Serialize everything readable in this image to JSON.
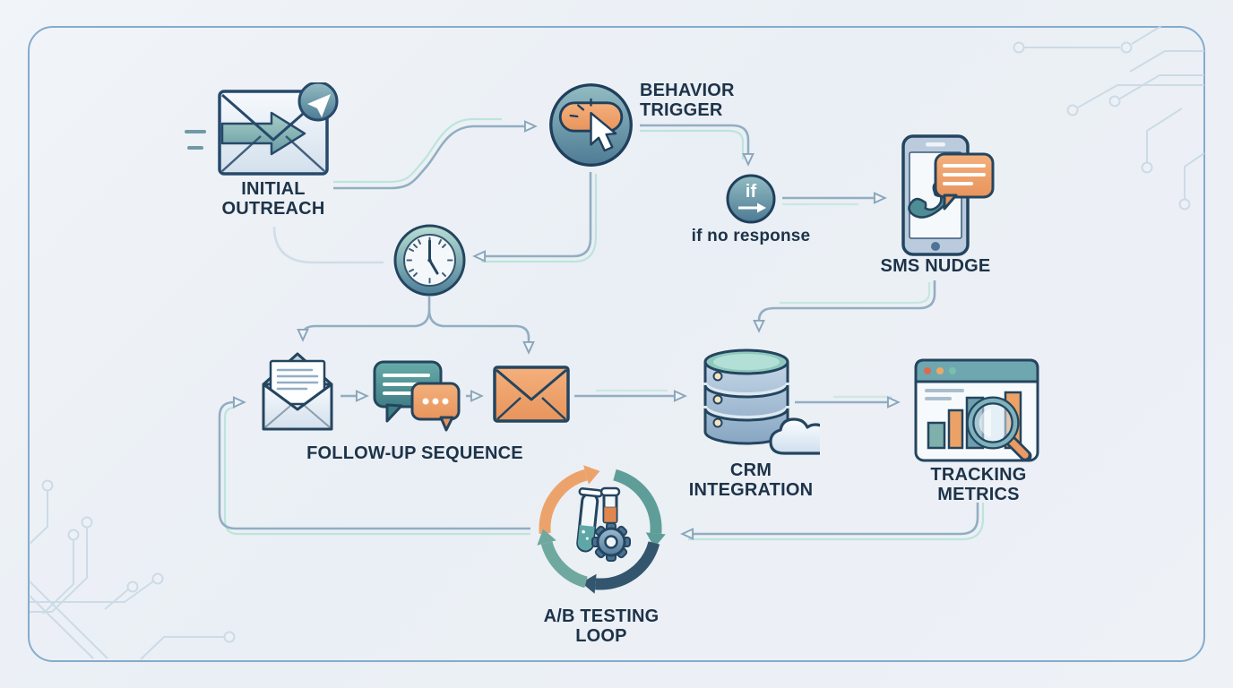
{
  "colors": {
    "background": "#eef1f6",
    "frame_border": "#85accc",
    "text": "#1d3349",
    "connector": "#92aec2",
    "connector_accent": "#b7e4d9",
    "outline_navy": "#24455f",
    "teal": "#5f93a8",
    "orange": "#eda266",
    "navy_arrow": "#33566e"
  },
  "nodes": {
    "initial_outreach": {
      "label": "INITIAL\nOUTREACH",
      "icon": "send-envelope-icon"
    },
    "behavior_trigger": {
      "label": "BEHAVIOR\nTRIGGER",
      "icon": "click-button-icon"
    },
    "condition": {
      "badge": "if",
      "label": "if no response",
      "icon": "if-condition-icon"
    },
    "sms_nudge": {
      "label": "SMS NUDGE",
      "icon": "phone-message-icon"
    },
    "wait_timer": {
      "icon": "clock-icon"
    },
    "follow_up_sequence": {
      "label": "FOLLOW-UP SEQUENCE",
      "icons": [
        "open-envelope-icon",
        "chat-bubbles-icon",
        "orange-envelope-icon"
      ]
    },
    "crm_integration": {
      "label": "CRM\nINTEGRATION",
      "icon": "database-cloud-icon"
    },
    "tracking_metrics": {
      "label": "TRACKING\nMETRICS",
      "icon": "analytics-browser-icon"
    },
    "ab_testing_loop": {
      "label": "A/B TESTING LOOP",
      "icon": "cycle-test-icon"
    }
  }
}
